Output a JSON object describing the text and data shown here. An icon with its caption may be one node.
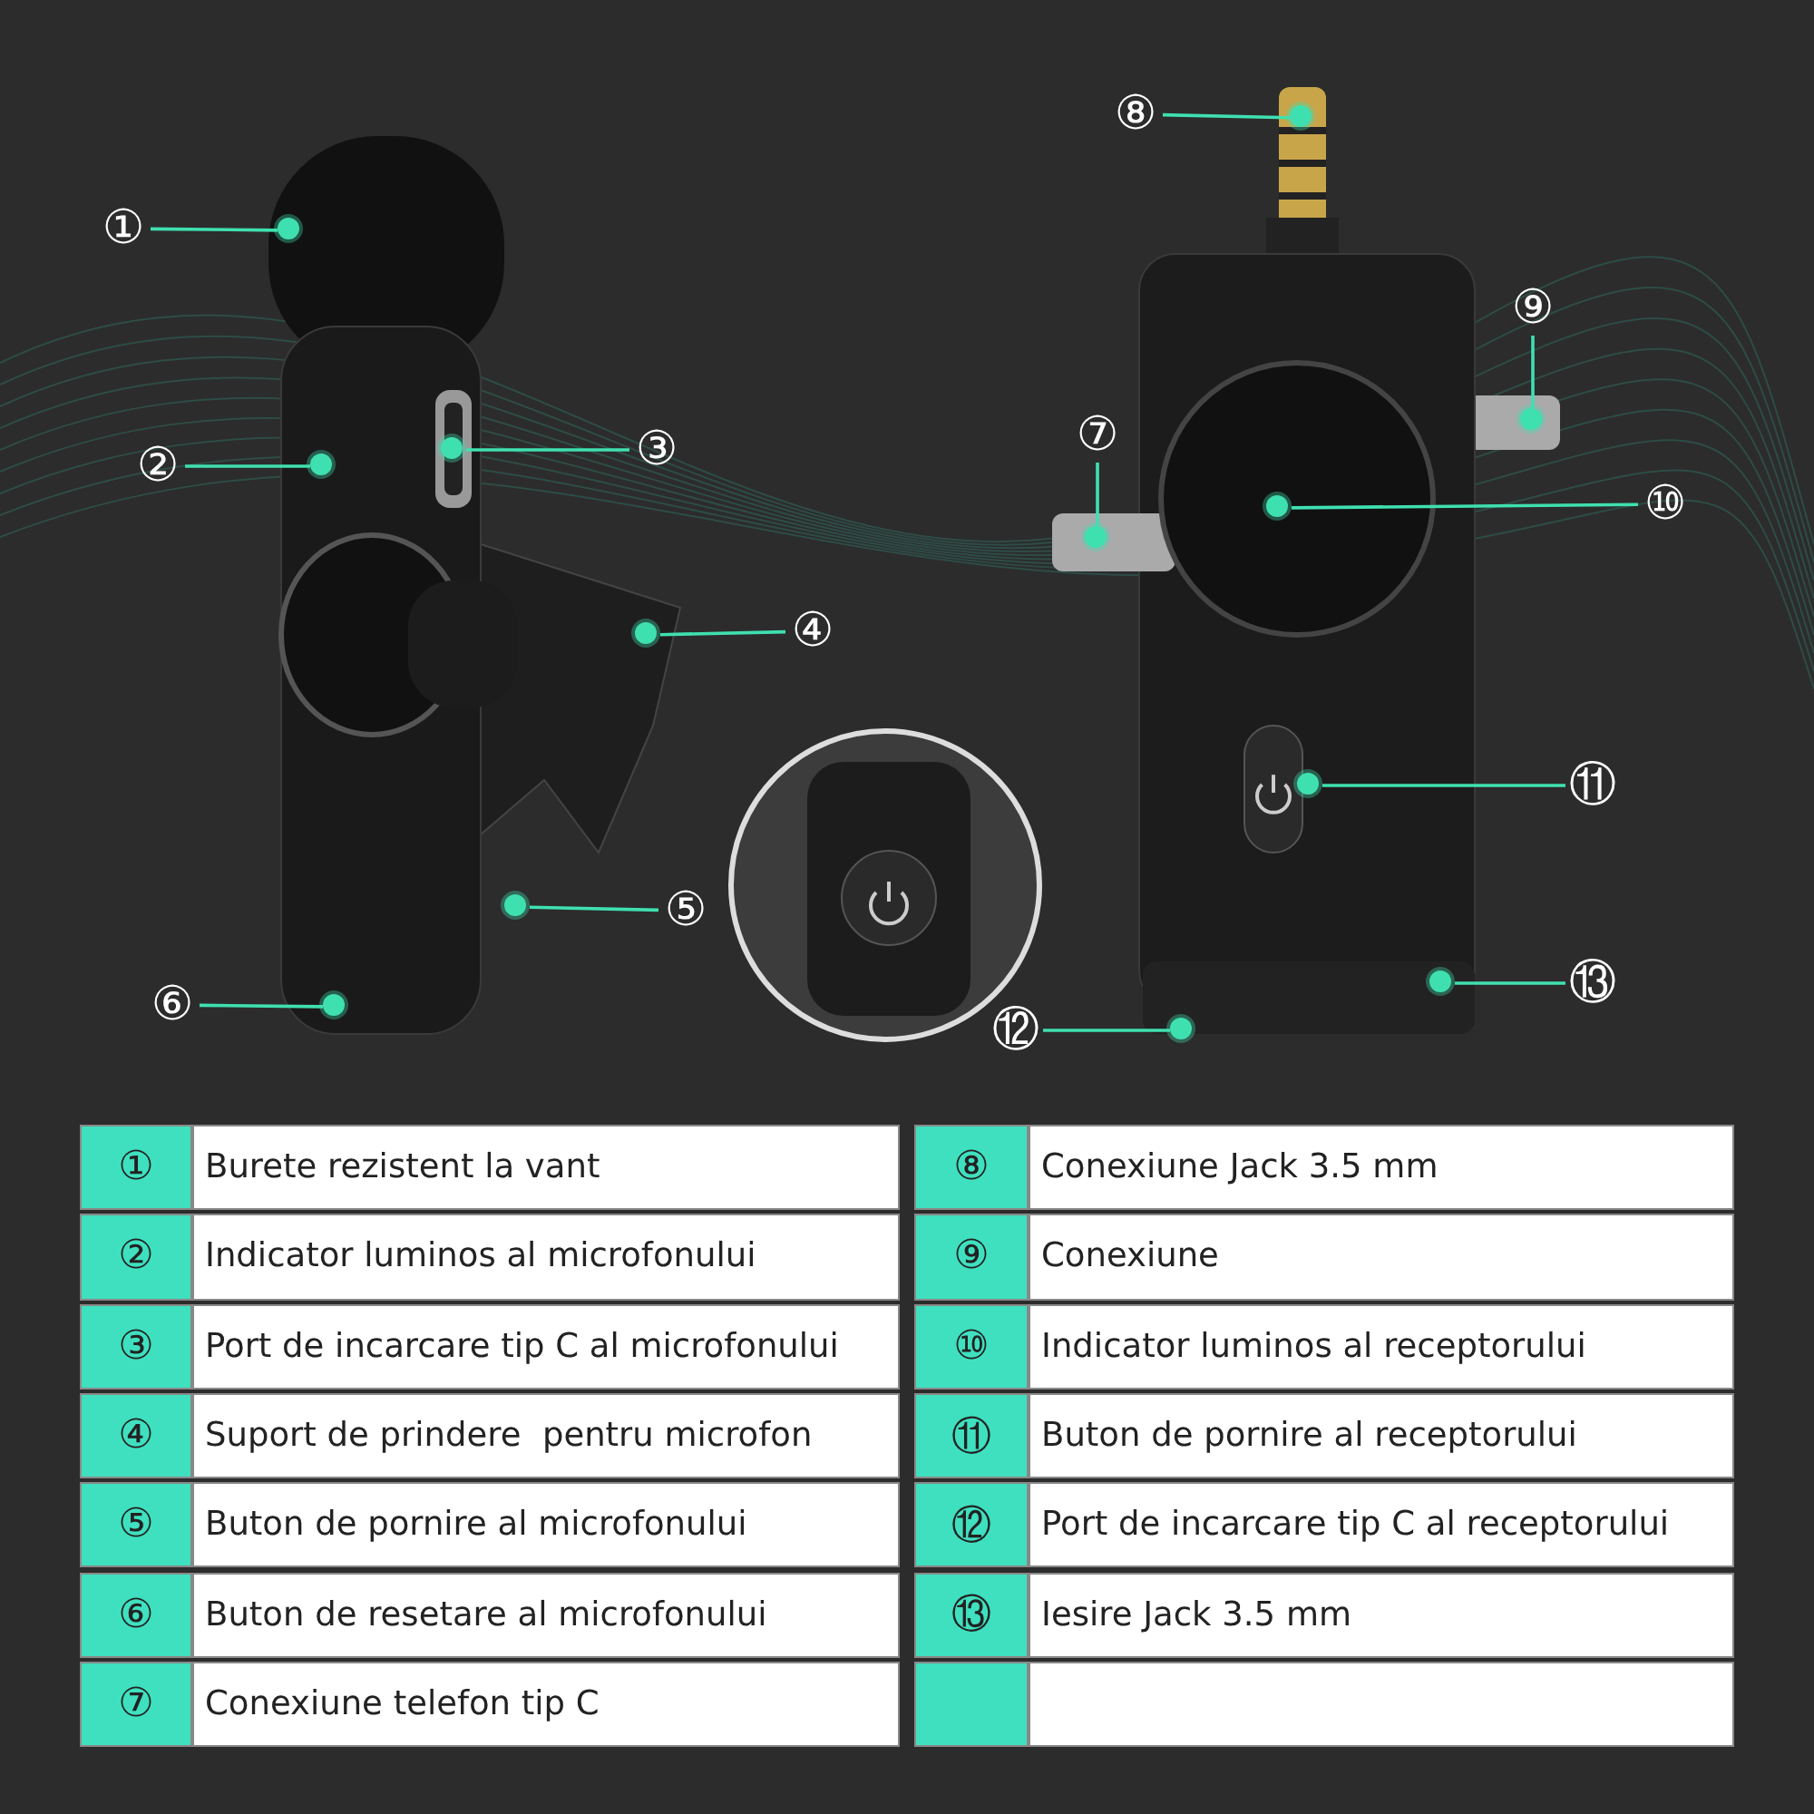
{
  "diagram": {
    "nodes": [
      {
        "text": [
          "①"
        ]
      },
      {
        "text": [
          "②"
        ]
      },
      {
        "text": [
          "③"
        ]
      },
      {
        "text": [
          "④"
        ]
      },
      {
        "text": [
          "⑤"
        ]
      },
      {
        "text": [
          "⑥"
        ]
      },
      {
        "text": [
          "⑦"
        ]
      },
      {
        "text": [
          "⑧"
        ]
      },
      {
        "text": [
          "⑨"
        ]
      },
      {
        "text": [
          "⑩"
        ]
      },
      {
        "text": [
          "⑪"
        ]
      },
      {
        "text": [
          "⑫"
        ]
      },
      {
        "text": [
          "⑬"
        ]
      },
      {
        "text": [],
        "shape": "circle"
      },
      {
        "text": [],
        "shape": "circle"
      },
      {
        "text": [],
        "shape": "circle"
      },
      {
        "text": [],
        "shape": "circle"
      },
      {
        "text": [],
        "shape": "circle"
      },
      {
        "text": [],
        "shape": "circle"
      },
      {
        "text": [],
        "shape": "circle"
      },
      {
        "text": [],
        "shape": "circle"
      },
      {
        "text": [],
        "shape": "circle"
      },
      {
        "text": [],
        "shape": "circle"
      },
      {
        "text": [],
        "shape": "circle"
      },
      {
        "text": [],
        "shape": "circle"
      },
      {
        "text": [],
        "shape": "circle"
      }
    ],
    "edges": [
      {
        "from": 0,
        "to": 14,
        "arrow": "none"
      },
      {
        "from": 1,
        "to": 17,
        "arrow": "none"
      },
      {
        "from": 2,
        "to": 16,
        "arrow": "none"
      },
      {
        "from": 3,
        "to": 20,
        "arrow": "none"
      },
      {
        "from": 4,
        "to": 22,
        "arrow": "none"
      },
      {
        "from": 5,
        "to": 24,
        "arrow": "none"
      },
      {
        "from": 6,
        "to": 19,
        "arrow": "none"
      },
      {
        "from": 7,
        "to": 13,
        "arrow": "none"
      },
      {
        "from": 8,
        "to": 15,
        "arrow": "none"
      },
      {
        "from": 9,
        "to": 18,
        "arrow": "none"
      },
      {
        "from": 10,
        "to": 21,
        "arrow": "none"
      },
      {
        "from": 11,
        "to": 25,
        "arrow": "none"
      },
      {
        "from": 12,
        "to": 23,
        "arrow": "none"
      }
    ],
    "labels": [
      "①",
      "Burete rezistent la vant",
      "⑧",
      "Conexiune Jack 3.5 mm",
      "②",
      "Indicator luminos al microfonului",
      "⑨",
      "Conexiune",
      "③",
      "Port de incarcare tip C al microfonului",
      "⑩",
      "Indicator luminos al receptorului",
      "④",
      "Suport de prindere  pentru microfon",
      "⑪",
      "Buton de pornire al receptorului",
      "⑤",
      "Buton de pornire al microfonului",
      "⑫",
      "Port de incarcare tip C al receptorului",
      "⑥",
      "Buton de resetare al microfonului",
      "⑬",
      "Iesire Jack 3.5 mm",
      "⑦",
      "Conexiune telefon tip C"
    ]
  }
}
